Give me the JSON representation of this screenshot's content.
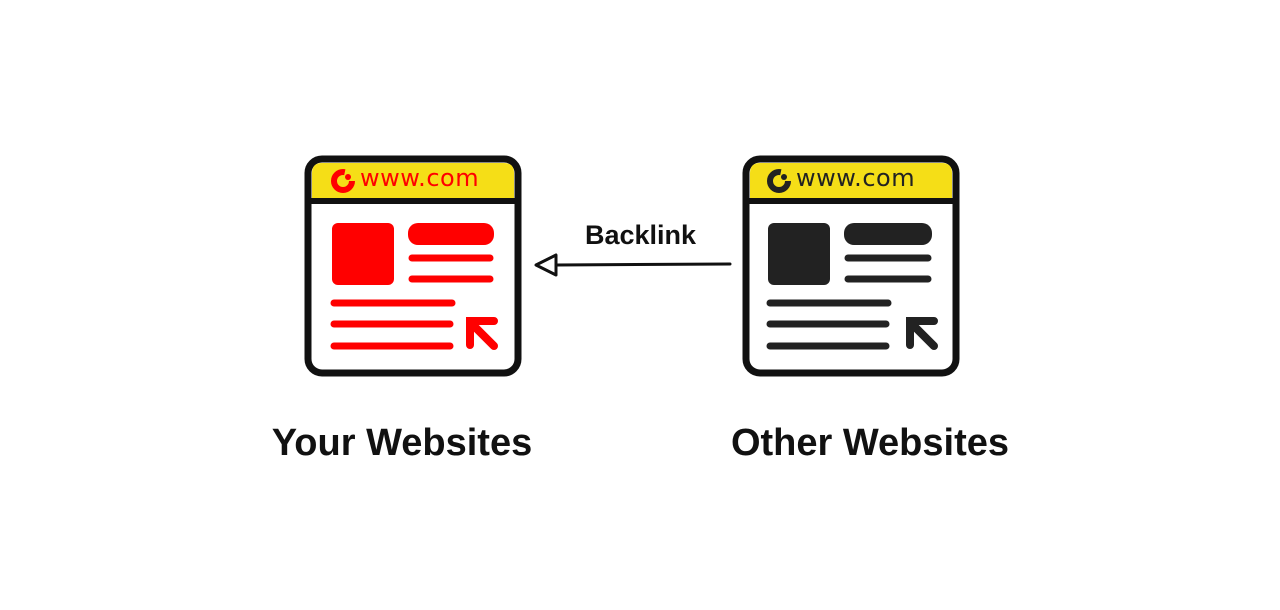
{
  "diagram": {
    "backlink_label": "Backlink",
    "your_site": {
      "url": "www.com",
      "caption": "Your Websites",
      "accent_color": "#ff0000"
    },
    "other_site": {
      "url": "www.com",
      "caption": "Other Websites",
      "accent_color": "#222222"
    },
    "header_color": "#f5de17",
    "frame_color": "#111111"
  }
}
